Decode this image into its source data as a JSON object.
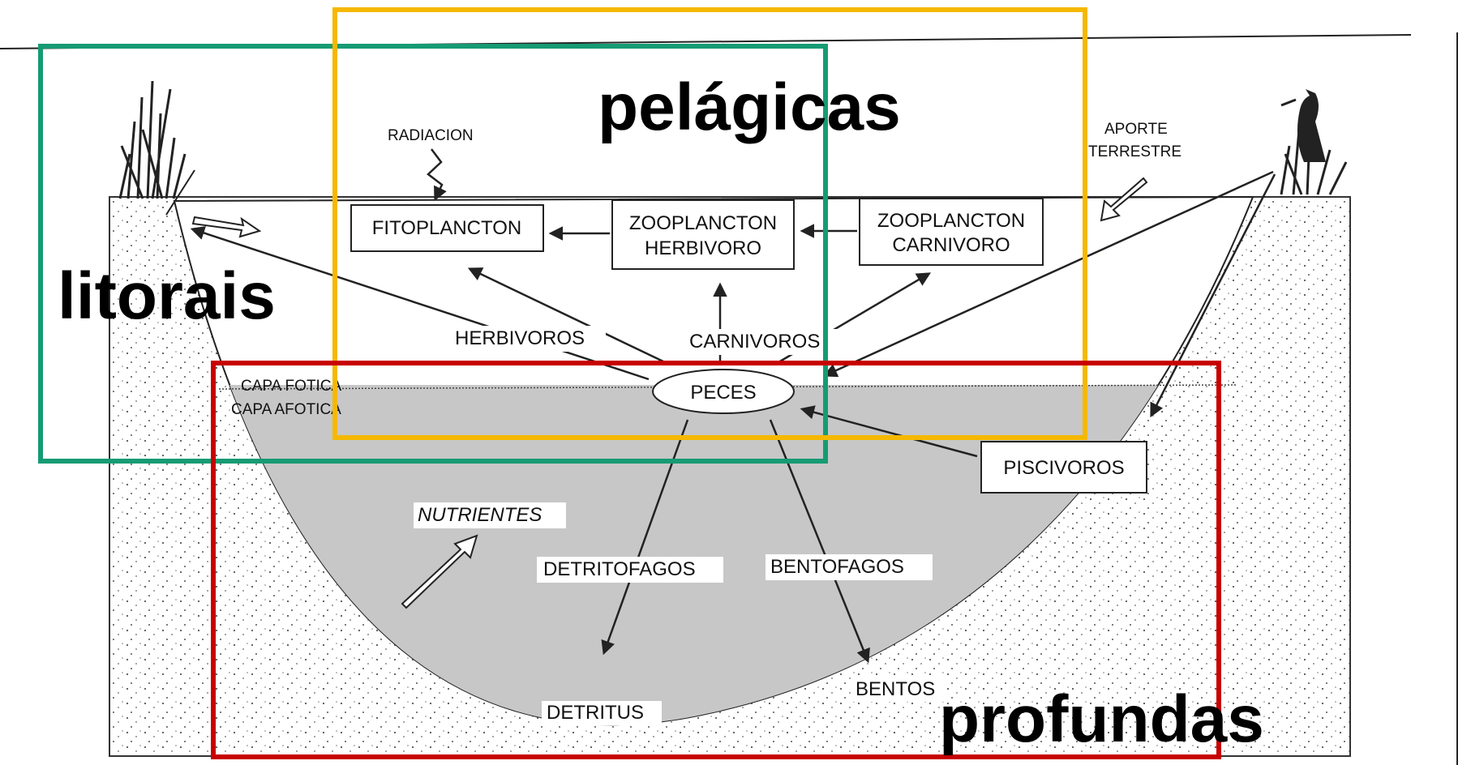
{
  "zones": {
    "pelagic": "pelágicas",
    "littoral": "litorais",
    "deep": "profundas"
  },
  "labels": {
    "radiation": "RADIACION",
    "terrestrial_input_line1": "APORTE",
    "terrestrial_input_line2": "TERRESTRE",
    "phytoplankton": "FITOPLANCTON",
    "zooplankton_herbivore_line1": "ZOOPLANCTON",
    "zooplankton_herbivore_line2": "HERBIVORO",
    "zooplankton_carnivore_line1": "ZOOPLANCTON",
    "zooplankton_carnivore_line2": "CARNIVORO",
    "herbivores": "HERBIVOROS",
    "carnivores": "CARNIVOROS",
    "photic_layer": "CAPA FOTICA",
    "aphotic_layer": "CAPA AFOTICA",
    "fish": "PECES",
    "piscivores": "PISCIVOROS",
    "nutrients": "NUTRIENTES",
    "detritivores": "DETRITOFAGOS",
    "benthophages": "BENTOFAGOS",
    "detritus": "DETRITUS",
    "benthos": "BENTOS"
  },
  "colors": {
    "pelagic_box": "#F5B800",
    "littoral_box": "#169B73",
    "deep_box": "#C80000",
    "aphotic_water": "#c7c7c7"
  }
}
